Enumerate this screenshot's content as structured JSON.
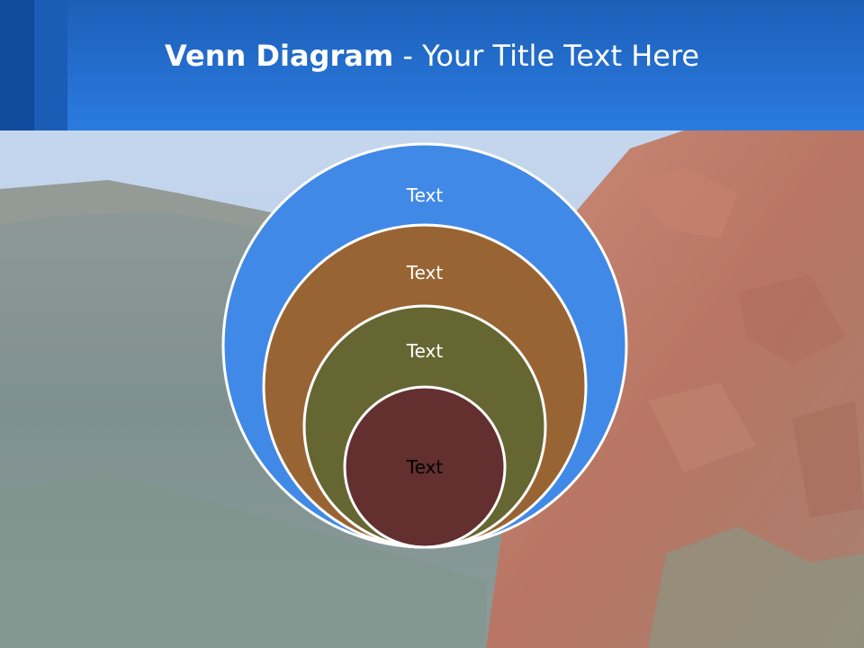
{
  "slide": {
    "title_bold": "Venn Diagram",
    "title_rest": " - Your Title Text Here"
  },
  "diagram": {
    "circles": [
      {
        "label": "Text",
        "fill": "#4189e6",
        "text_color": "#ffffff"
      },
      {
        "label": "Text",
        "fill": "#996433",
        "text_color": "#ffffff"
      },
      {
        "label": "Text",
        "fill": "#666633",
        "text_color": "#ffffff"
      },
      {
        "label": "Text",
        "fill": "#632f2f",
        "text_color": "#000000"
      }
    ],
    "stroke_color": "#ffffff"
  },
  "colors": {
    "header": "#2a7be0",
    "header_dark_stripe": "#0f4a9c",
    "background_rock": "#b97a66",
    "background_sky": "#c8d8ee"
  }
}
